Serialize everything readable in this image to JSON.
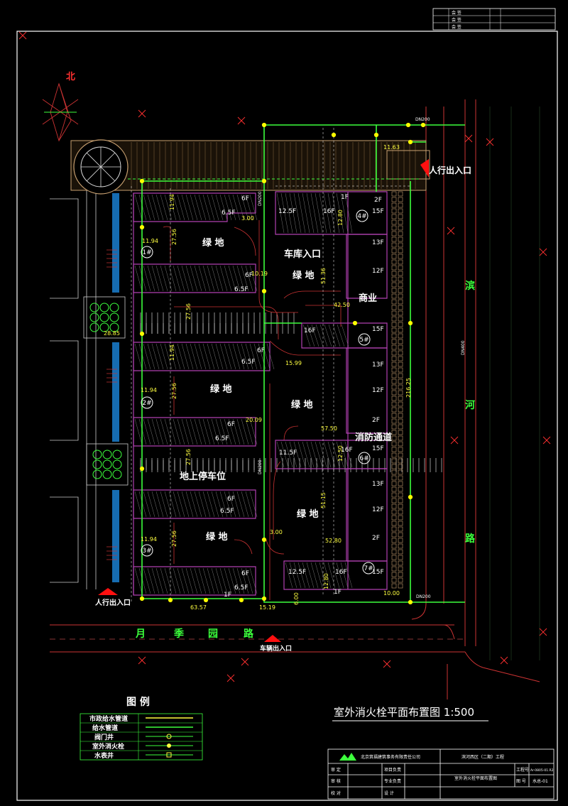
{
  "colors": {
    "background": "#000000",
    "border": "#ffffff",
    "building": "#b040b0",
    "hatch": "#8a8a8a",
    "green_text": "#3cff3c",
    "pipe": "#3cff3c",
    "road": "#cc3333",
    "label": "#ffffff",
    "dim": "#ffff40",
    "plaza": "#c8a070",
    "water": "#2aa0ff",
    "entrance": "#ff1010",
    "grid": "#303030"
  },
  "north_label": "北",
  "entrances": {
    "pedestrian_east": "人行出入口",
    "pedestrian_southwest": "人行出入口",
    "vehicle_south": "车辆出入口",
    "garage": "车库入口"
  },
  "roads": {
    "east_chars": [
      "滨",
      "河",
      "路"
    ],
    "south_chars": [
      "月",
      "季",
      "园",
      "路"
    ]
  },
  "zones": {
    "green1": "绿  地",
    "green2": "绿  地",
    "green3": "绿  地",
    "green4": "绿  地",
    "green5": "绿  地",
    "green6": "绿  地",
    "commercial": "商业",
    "fire_lane": "消防通道",
    "parking": "地上停车位"
  },
  "buildings": {
    "b1": "1#",
    "b2": "2#",
    "b3": "3#",
    "b4": "4#",
    "b5": "5#",
    "b6": "6#",
    "b7": "7#"
  },
  "floors": {
    "f6a": "6F",
    "f65a": "6.5F",
    "f6b": "6F",
    "f65b": "6.5F",
    "f6c": "6F",
    "f65c": "6.5F",
    "f6d": "6F",
    "f65d": "6.5F",
    "f6e": "6F",
    "f65e": "6.5F",
    "f6f": "6F",
    "f65f": "6.5F",
    "f1a": "1F",
    "f1b": "1F",
    "f1c": "1F",
    "f125a": "12.5F",
    "f16a": "16F",
    "f2a": "2F",
    "f15a": "15F",
    "f13a": "13F",
    "f12a": "12F",
    "f16b": "16F",
    "f15b": "15F",
    "f13b": "13F",
    "f12b": "12F",
    "f2b": "2F",
    "f115": "11.5F",
    "f16c": "16F",
    "f15c": "15F",
    "f13c": "13F",
    "f12c": "12F",
    "f2c": "2F",
    "f125b": "12.5F",
    "f16d": "16F",
    "f15d": "15F"
  },
  "dimensions": {
    "d1": "11.94",
    "d2": "27.56",
    "d3": "11.94",
    "d4": "27.56",
    "d5": "11.94",
    "d6": "27.56",
    "d7": "11.94",
    "d8": "27.56",
    "d9": "11.94",
    "d10": "27.56",
    "d11": "28.85",
    "d12": "15.99",
    "d13": "20.09",
    "d14": "42.50",
    "d15": "57.50",
    "d16": "52.80",
    "d17": "63.57",
    "d18": "15.19",
    "d19": "10.19",
    "d20": "11.63",
    "d21": "3.00",
    "d22": "3.00",
    "d23": "10.00",
    "d24": "216.25",
    "d25": "51.36",
    "d26": "51.15",
    "d27": "12.80",
    "d28": "12.50",
    "d29": "6.00",
    "d30": "12.80"
  },
  "pipes": {
    "p1": "DN200",
    "p2": "DN200",
    "p3": "DN200",
    "p4": "DN200",
    "p5": "DN400"
  },
  "drawing_title": "室外消火栓平面布置图 1:500",
  "legend": {
    "title": "图    例",
    "items": [
      "市政给水管道",
      "给水管道",
      "阀门井",
      "室外消火栓",
      "水表井"
    ]
  },
  "title_block": {
    "company": "北京筑福建筑事务有限责任公司",
    "project": "滨河西区（二期）工程",
    "drawing_name": "室外消火栓平面布置图",
    "row_labels": [
      "审  定",
      "审  核",
      "校  对"
    ],
    "role_labels": [
      "项目负责",
      "专业负责",
      "设  计"
    ],
    "num_labels": [
      "工程号",
      "图  号"
    ],
    "num_values": [
      "Ar-0805-01.R2",
      "水总-01"
    ]
  },
  "top_stamp": {
    "rows": [
      "会  签",
      "会  签",
      "会  签"
    ]
  }
}
